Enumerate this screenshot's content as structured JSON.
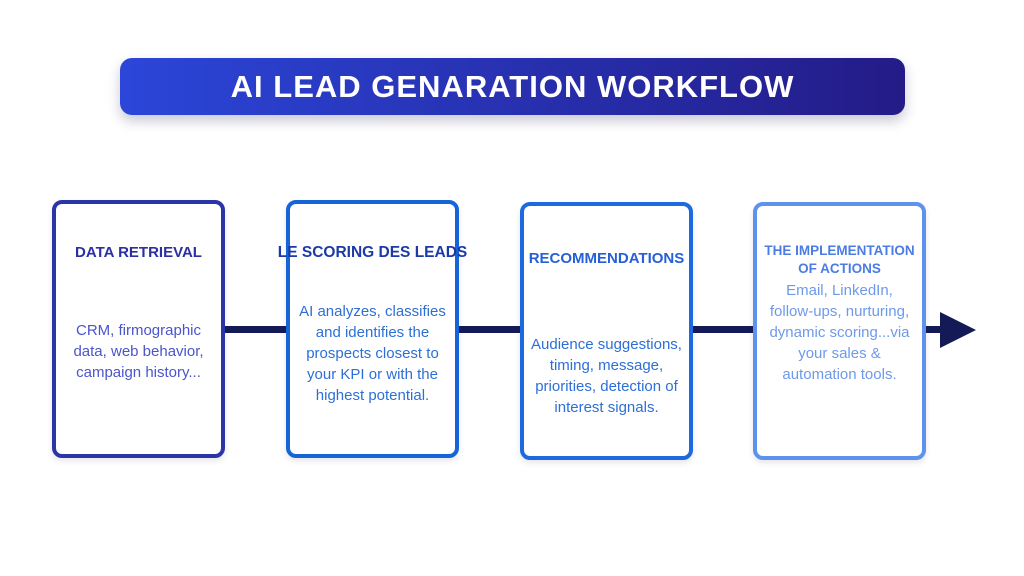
{
  "title": {
    "text": "AI LEAD GENARATION WORKFLOW",
    "gradient_start": "#2b46d9",
    "gradient_end": "#241b87",
    "text_color": "#ffffff"
  },
  "flow": {
    "arrow_color": "#131a55",
    "direction": "left-to-right"
  },
  "steps": [
    {
      "heading": "DATA RETRIEVAL",
      "body": "CRM, firmographic data, web behavior, campaign history...",
      "border_color": "#2c35a8",
      "heading_color": "#2b2fa3",
      "body_color": "#4a55cc"
    },
    {
      "heading": "LE SCORING DES LEADS",
      "body": "AI analyzes, classifies and identifies the prospects closest to your KPI or with the highest potential.",
      "border_color": "#1565d8",
      "heading_color": "#1b3aa8",
      "body_color": "#2d6fd6"
    },
    {
      "heading": "RECOMMENDATIONS",
      "body": "Audience suggestions, timing, message, priorities, detection of interest signals.",
      "border_color": "#1d6ae0",
      "heading_color": "#2560d8",
      "body_color": "#2d6fd6"
    },
    {
      "heading": "THE IMPLEMENTATION OF ACTIONS",
      "body": "Email, LinkedIn, follow-ups, nurturing, dynamic scoring...via your sales & automation tools.",
      "border_color": "#5f92ec",
      "heading_color": "#4a7ce4",
      "body_color": "#6e99ea"
    }
  ]
}
